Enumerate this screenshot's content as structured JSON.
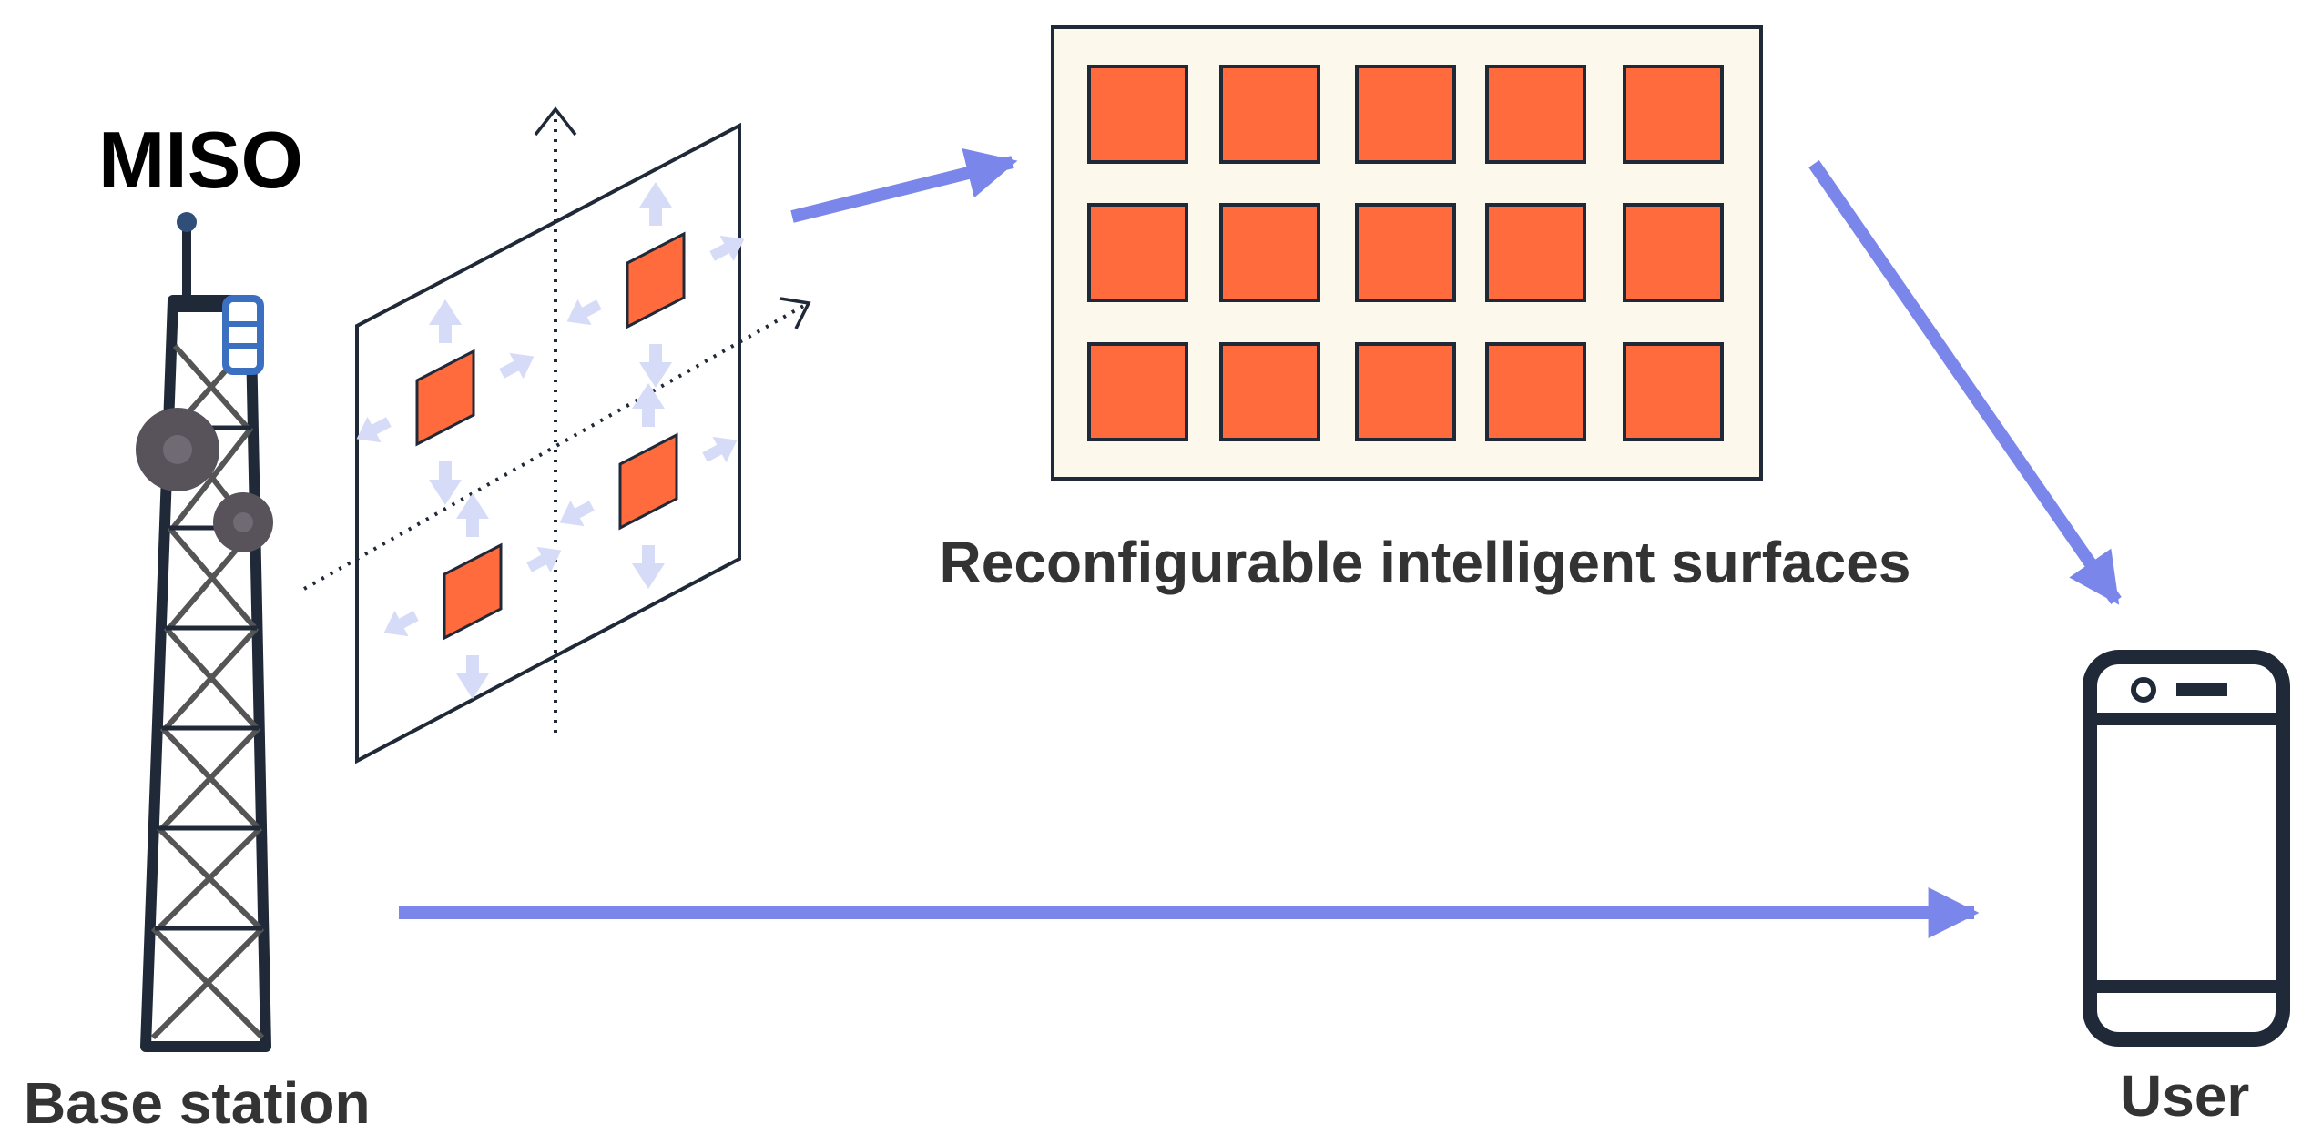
{
  "labels": {
    "title": "MISO",
    "base_station": "Base station",
    "ris": "Reconfigurable intelligent surfaces",
    "user": "User"
  },
  "colors": {
    "link_arrow": "#7B86EA",
    "element_fill": "#FF6B3D",
    "ris_panel_fill": "#FCF9EC",
    "outline": "#1F2937",
    "tower_accent": "#3B6FC0",
    "movement_arrow": "#D6DBF7"
  },
  "icons": [
    "tower-icon",
    "antenna-icon",
    "dish-icon",
    "smartphone-icon",
    "axis-arrow-icon",
    "move-arrow-icon"
  ]
}
